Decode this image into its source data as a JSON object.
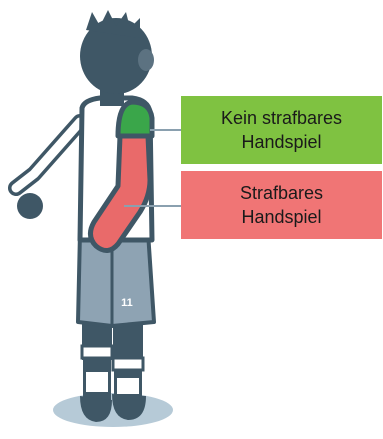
{
  "labels": {
    "no_penalty": {
      "line1": "Kein strafbares",
      "line2": "Handspiel"
    },
    "penalty": {
      "line1": "Strafbares",
      "line2": "Handspiel"
    }
  },
  "player": {
    "shorts_number": "11"
  },
  "colors": {
    "no_penalty_box": "#7fc241",
    "no_penalty_zone": "#3aa64a",
    "penalty_box": "#f07575",
    "penalty_zone": "#e96a6a",
    "figure_dark": "#3f5766",
    "figure_light": "#5c7281",
    "shorts": "#8ea3b3",
    "shadow": "#b6cad7",
    "connector": "#8aa0af"
  }
}
